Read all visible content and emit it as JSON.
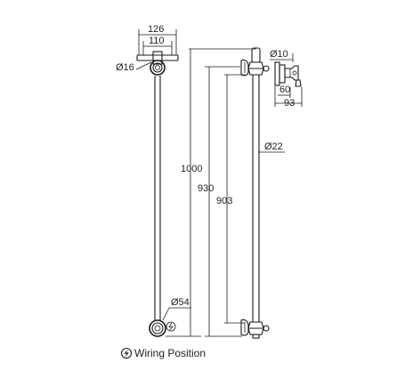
{
  "dimensions": {
    "mount_width": "126",
    "mount_center": "110",
    "end_diameter": "Ø16",
    "overall_height": "1000",
    "post_height": "930",
    "bar_length": "903",
    "bar_diameter": "Ø22",
    "base_diameter": "Ø54",
    "side_diameter": "Ø10",
    "side_offset": "60",
    "side_projection": "93"
  },
  "legend": {
    "wiring_label": "Wiring Position"
  },
  "icons": {
    "wiring": "lightning-bolt-circle-icon"
  },
  "colors": {
    "line": "#1a1a1a",
    "background": "#ffffff"
  }
}
